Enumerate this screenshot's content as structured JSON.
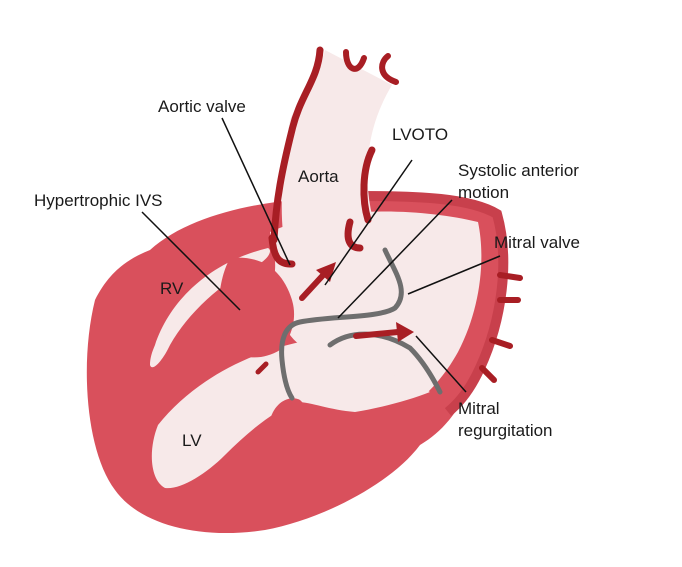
{
  "labels": {
    "aortic_valve": "Aortic valve",
    "aorta": "Aorta",
    "lvoto": "LVOTO",
    "systolic_anterior_motion": [
      "Systolic anterior",
      "motion"
    ],
    "hypertrophic_ivs": "Hypertrophic IVS",
    "mitral_valve": "Mitral valve",
    "rv": "RV",
    "lv": "LV",
    "mitral_regurgitation": [
      "Mitral",
      "regurgitation"
    ]
  },
  "colors": {
    "myocardium": "#d9505c",
    "myocardium_dark": "#c8404c",
    "vessel_wall": "#a81e24",
    "chamber": "#f7e9e9",
    "valve_leaflet": "#6e6e6e",
    "pointer_line": "#111111"
  }
}
